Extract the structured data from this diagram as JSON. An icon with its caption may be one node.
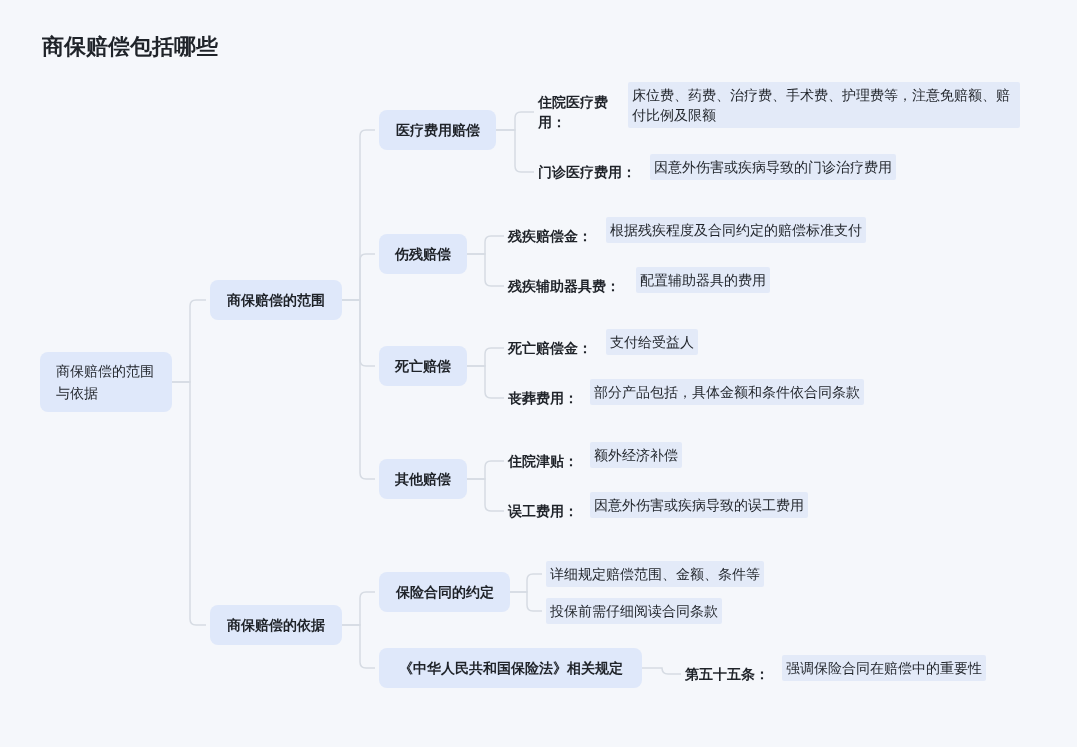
{
  "diagram": {
    "title": "商保赔偿包括哪些",
    "nodes": [
      {
        "text": [
          "商保赔偿的范围与依据"
        ]
      },
      {
        "text": [
          "商保赔偿的范围"
        ]
      },
      {
        "text": [
          "医疗费用赔偿"
        ]
      },
      {
        "text": [
          "住院医疗费用："
        ]
      },
      {
        "text": [
          "床位费、药费、治疗费、手术费、护理费等，注意免赔额、赔付比例及限额"
        ]
      },
      {
        "text": [
          "门诊医疗费用："
        ]
      },
      {
        "text": [
          "因意外伤害或疾病导致的门诊治疗费用"
        ]
      },
      {
        "text": [
          "伤残赔偿"
        ]
      },
      {
        "text": [
          "残疾赔偿金："
        ]
      },
      {
        "text": [
          "根据残疾程度及合同约定的赔偿标准支付"
        ]
      },
      {
        "text": [
          "残疾辅助器具费："
        ]
      },
      {
        "text": [
          "配置辅助器具的费用"
        ]
      },
      {
        "text": [
          "死亡赔偿"
        ]
      },
      {
        "text": [
          "死亡赔偿金："
        ]
      },
      {
        "text": [
          "支付给受益人"
        ]
      },
      {
        "text": [
          "丧葬费用："
        ]
      },
      {
        "text": [
          "部分产品包括，具体金额和条件依合同条款"
        ]
      },
      {
        "text": [
          "其他赔偿"
        ]
      },
      {
        "text": [
          "住院津贴："
        ]
      },
      {
        "text": [
          "额外经济补偿"
        ]
      },
      {
        "text": [
          "误工费用："
        ]
      },
      {
        "text": [
          "因意外伤害或疾病导致的误工费用"
        ]
      },
      {
        "text": [
          "商保赔偿的依据"
        ]
      },
      {
        "text": [
          "保险合同的约定"
        ]
      },
      {
        "text": [
          "详细规定赔偿范围、金额、条件等"
        ]
      },
      {
        "text": [
          "投保前需仔细阅读合同条款"
        ]
      },
      {
        "text": [
          "《中华人民共和国保险法》相关规定"
        ]
      },
      {
        "text": [
          "第五十五条："
        ]
      },
      {
        "text": [
          "强调保险合同在赔偿中的重要性"
        ]
      }
    ],
    "edges": [
      {
        "from": 0,
        "to": 1,
        "arrow": "none"
      },
      {
        "from": 0,
        "to": 22,
        "arrow": "none"
      },
      {
        "from": 1,
        "to": 2,
        "arrow": "none"
      },
      {
        "from": 1,
        "to": 7,
        "arrow": "none"
      },
      {
        "from": 1,
        "to": 12,
        "arrow": "none"
      },
      {
        "from": 1,
        "to": 17,
        "arrow": "none"
      },
      {
        "from": 2,
        "to": 3,
        "arrow": "none"
      },
      {
        "from": 2,
        "to": 5,
        "arrow": "none"
      },
      {
        "from": 7,
        "to": 8,
        "arrow": "none"
      },
      {
        "from": 7,
        "to": 10,
        "arrow": "none"
      },
      {
        "from": 12,
        "to": 13,
        "arrow": "none"
      },
      {
        "from": 12,
        "to": 15,
        "arrow": "none"
      },
      {
        "from": 17,
        "to": 18,
        "arrow": "none"
      },
      {
        "from": 17,
        "to": 20,
        "arrow": "none"
      },
      {
        "from": 22,
        "to": 23,
        "arrow": "none"
      },
      {
        "from": 22,
        "to": 26,
        "arrow": "none"
      },
      {
        "from": 23,
        "to": 24,
        "arrow": "none"
      },
      {
        "from": 23,
        "to": 25,
        "arrow": "none"
      },
      {
        "from": 26,
        "to": 27,
        "arrow": "none"
      }
    ]
  }
}
